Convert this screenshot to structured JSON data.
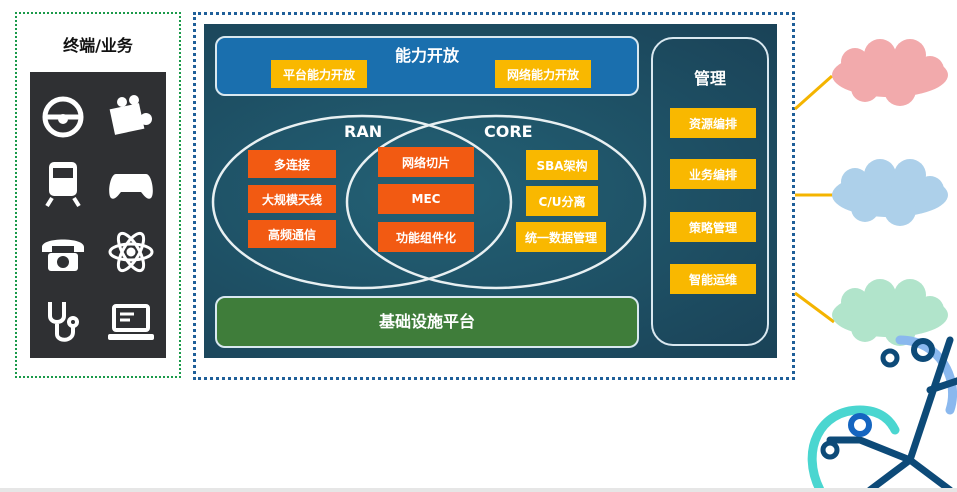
{
  "left": {
    "title": "终端/业务",
    "icons": [
      "steering-wheel",
      "video-camera",
      "train",
      "gamepad",
      "telephone",
      "atom",
      "stethoscope",
      "laptop"
    ]
  },
  "top": {
    "title": "能力开放",
    "items": [
      "平台能力开放",
      "网络能力开放"
    ]
  },
  "ran": {
    "label": "RAN",
    "items": [
      "多连接",
      "大规模天线",
      "高频通信"
    ]
  },
  "core": {
    "label": "CORE",
    "items": [
      "SBA架构",
      "C/U分离",
      "统一数据管理"
    ]
  },
  "shared": {
    "items": [
      "网络切片",
      "MEC",
      "功能组件化"
    ]
  },
  "infra": {
    "title": "基础设施平台"
  },
  "mgmt": {
    "title": "管理",
    "items": [
      "资源编排",
      "业务编排",
      "策略管理",
      "智能运维"
    ]
  },
  "colors": {
    "orange": "#f25a12",
    "yellow": "#f9b800",
    "clouds": [
      "#f2aaac",
      "#add0ea",
      "#b1e4cb"
    ]
  }
}
